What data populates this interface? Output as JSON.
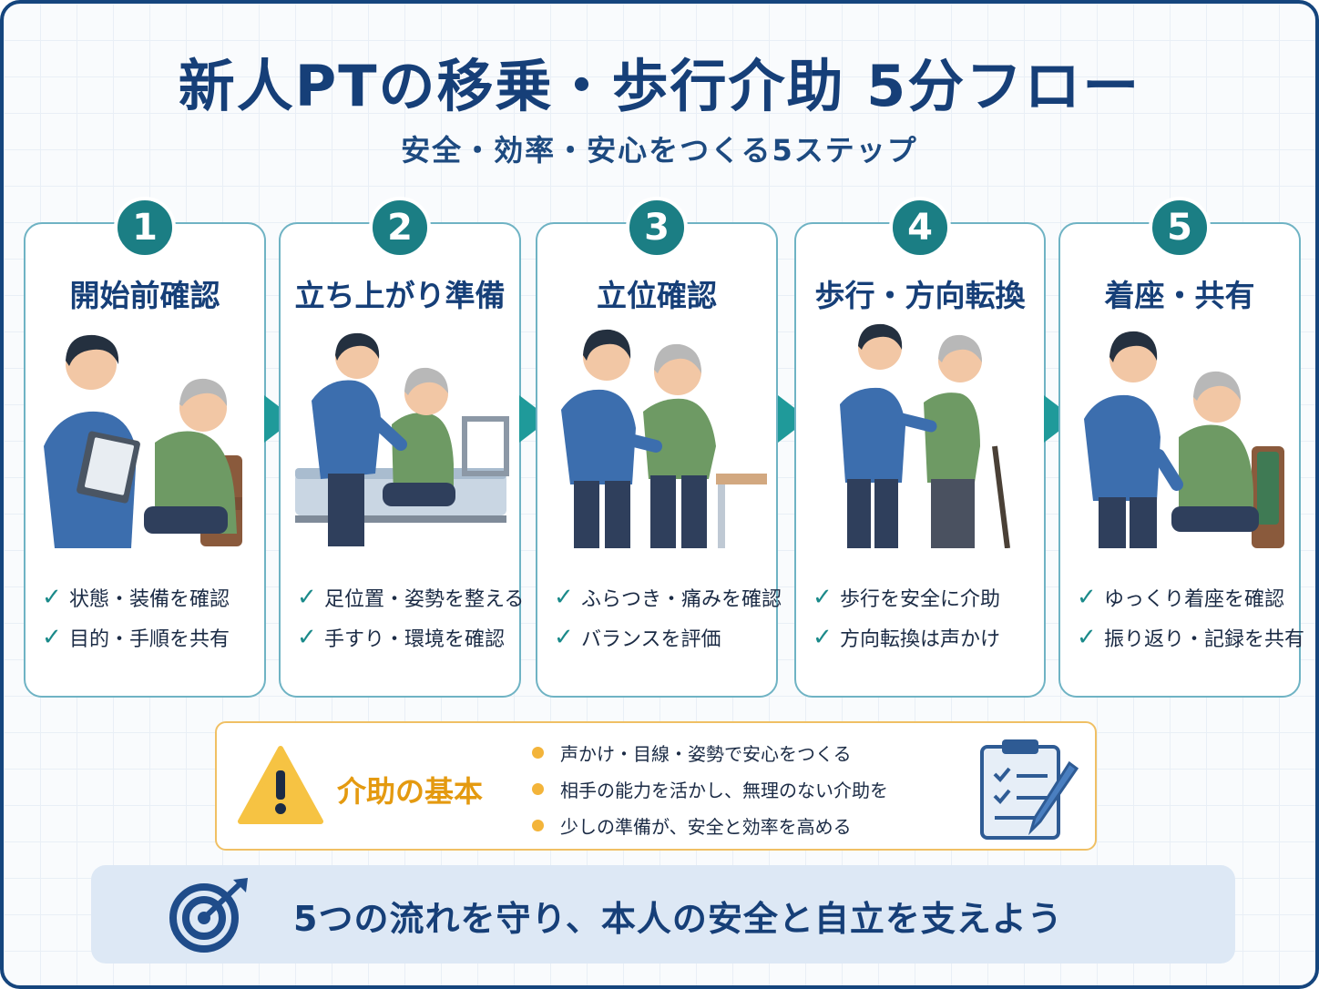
{
  "title": "新人PTの移乗・歩行介助 5分フロー",
  "subtitle": "安全・効率・安心をつくる5ステップ",
  "steps": [
    {
      "number": "1",
      "title": "開始前確認",
      "checks": [
        "状態・装備を確認",
        "目的・手順を共有"
      ]
    },
    {
      "number": "2",
      "title": "立ち上がり準備",
      "checks": [
        "足位置・姿勢を整える",
        "手すり・環境を確認"
      ]
    },
    {
      "number": "3",
      "title": "立位確認",
      "checks": [
        "ふらつき・痛みを確認",
        "バランスを評価"
      ]
    },
    {
      "number": "4",
      "title": "歩行・方向転換",
      "checks": [
        "歩行を安全に介助",
        "方向転換は声かけ"
      ]
    },
    {
      "number": "5",
      "title": "着座・共有",
      "checks": [
        "ゆっくり着座を確認",
        "振り返り・記録を共有"
      ]
    }
  ],
  "check_glyph": "✓",
  "basics": {
    "label": "介助の基本",
    "items": [
      "声かけ・目線・姿勢で安心をつくる",
      "相手の能力を活かし、無理のない介助を",
      "少しの準備が、安全と効率を高める"
    ]
  },
  "banner": {
    "text": "5つの流れを守り、本人の安全と自立を支えよう"
  },
  "icons": {
    "step_arrow": "chevron-right-arrow-icon",
    "check": "checkmark-icon",
    "warning": "warning-triangle-icon",
    "clipboard": "clipboard-pencil-icon",
    "target": "target-arrow-icon"
  },
  "colors": {
    "navy": "#163f78",
    "teal": "#1b7e84",
    "card_border": "#6fb3c4",
    "orange": "#e49a10",
    "yellow_warning": "#f6c343",
    "banner_bg": "#dde8f5",
    "therapist_shirt": "#3c6eae",
    "patient_sweater": "#6e9a64"
  }
}
